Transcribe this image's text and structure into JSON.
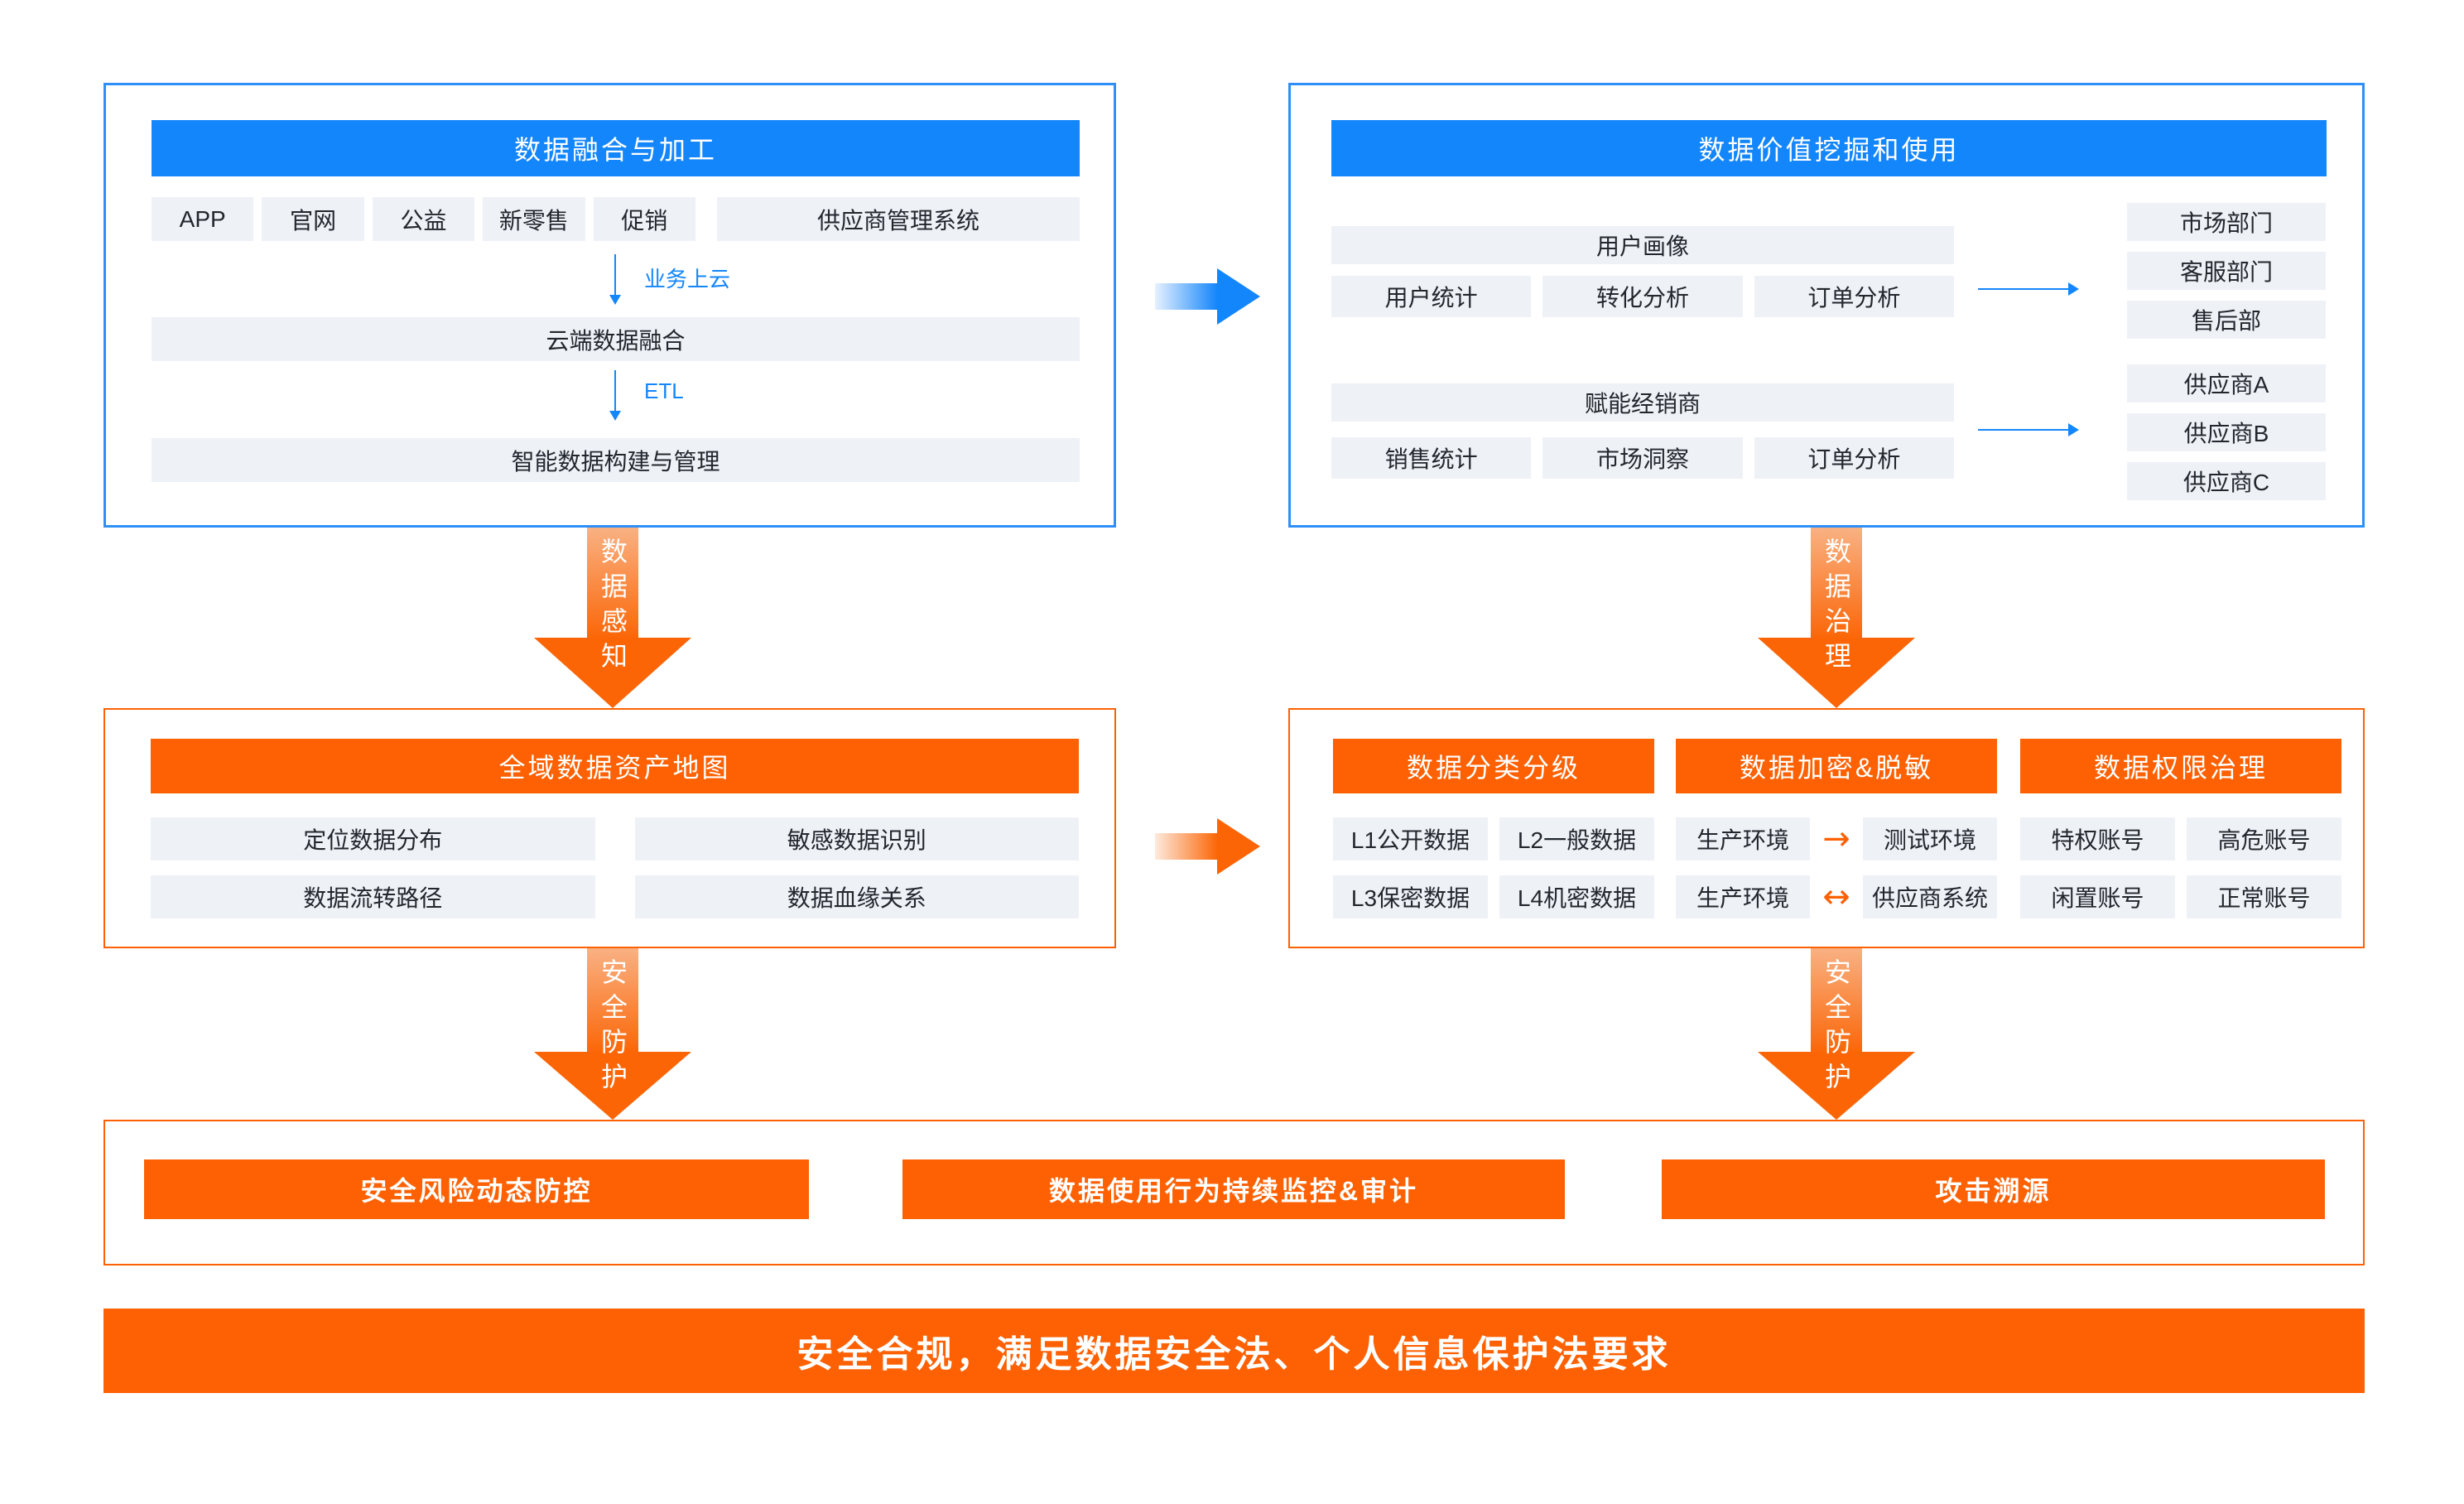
{
  "colors": {
    "accent_blue": "#1486fb",
    "accent_orange": "#fd6103",
    "cell_background": "#eef1f6",
    "border_blue": "#2e8ff8"
  },
  "top_left": {
    "title": "数据融合与加工",
    "sources": [
      "APP",
      "官网",
      "公益",
      "新零售",
      "促销",
      "供应商管理系统"
    ],
    "arrow1_label": "业务上云",
    "stage2": "云端数据融合",
    "arrow2_label": "ETL",
    "stage3": "智能数据构建与管理"
  },
  "top_right": {
    "title": "数据价值挖掘和使用",
    "group1": {
      "header": "用户画像",
      "items": [
        "用户统计",
        "转化分析",
        "订单分析"
      ],
      "targets": [
        "市场部门",
        "客服部门",
        "售后部"
      ]
    },
    "group2": {
      "header": "赋能经销商",
      "items": [
        "销售统计",
        "市场洞察",
        "订单分析"
      ],
      "targets": [
        "供应商A",
        "供应商B",
        "供应商C"
      ]
    }
  },
  "arrows": {
    "perception": "数据感知",
    "governance": "数据治理",
    "protection_left": "安全防护",
    "protection_right": "安全防护"
  },
  "mid_left": {
    "title": "全域数据资产地图",
    "items": [
      "定位数据分布",
      "敏感数据识别",
      "数据流转路径",
      "数据血缘关系"
    ]
  },
  "mid_right": {
    "columns": [
      {
        "title": "数据分类分级",
        "cells": [
          "L1公开数据",
          "L2一般数据",
          "L3保密数据",
          "L4机密数据"
        ]
      },
      {
        "title": "数据加密&脱敏",
        "rows": [
          {
            "from": "生产环境",
            "arrow": "→",
            "to": "测试环境"
          },
          {
            "from": "生产环境",
            "arrow": "↔",
            "to": "供应商系统"
          }
        ]
      },
      {
        "title": "数据权限治理",
        "cells": [
          "特权账号",
          "高危账号",
          "闲置账号",
          "正常账号"
        ]
      }
    ]
  },
  "bottom": {
    "buttons": [
      "安全风险动态防控",
      "数据使用行为持续监控&审计",
      "攻击溯源"
    ]
  },
  "banner": {
    "text": "安全合规，满足数据安全法、个人信息保护法要求"
  }
}
